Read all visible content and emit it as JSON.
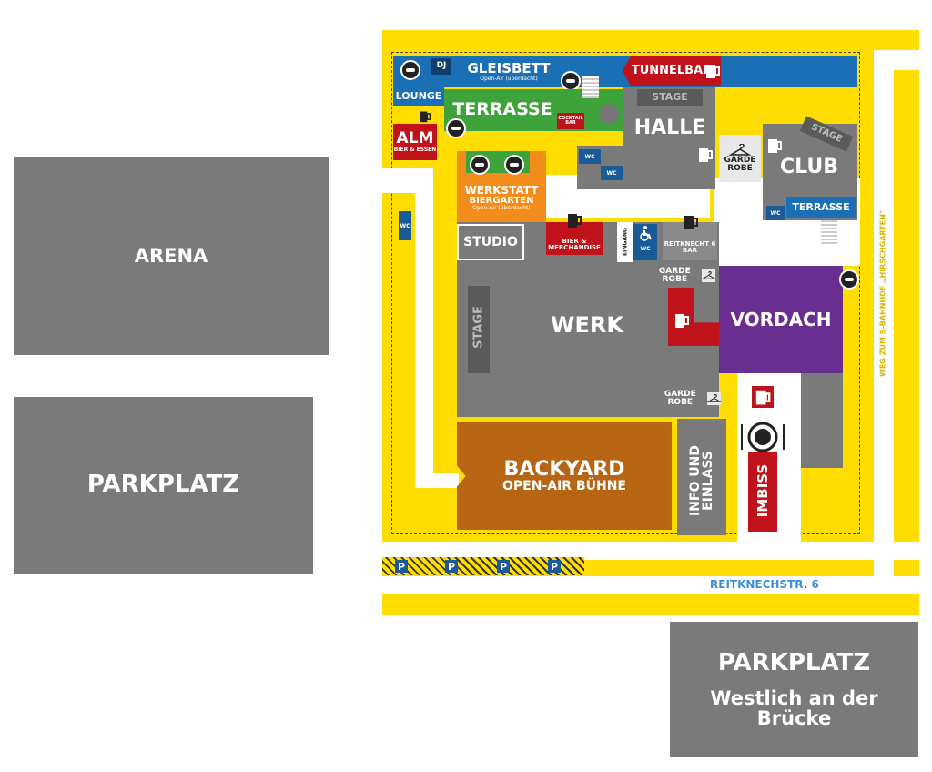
{
  "outside": {
    "arena": "ARENA",
    "parkplatz_west": "PARKPLATZ",
    "parkplatz_south_title": "PARKPLATZ",
    "parkplatz_south_sub1": "Westlich an der",
    "parkplatz_south_sub2": "Brücke",
    "street": "REITKNECHSTR. 6",
    "path_label": "WEG ZUM S-BAHNHOF „HIRSCHGARTEN\""
  },
  "venues": {
    "gleisbett": "GLEISBETT",
    "gleisbett_sub": "Open-Air (überdacht)",
    "dj": "DJ",
    "lounge": "LOUNGE",
    "terrasse_top": "TERRASSE",
    "cocktail_bar": "COCKTAIL BAR",
    "alm": "ALM",
    "alm_sub": "BIER & ESSEN",
    "tunnelbar": "TUNNELBAR",
    "halle_stage": "STAGE",
    "halle": "HALLE",
    "club": "CLUB",
    "club_stage": "STAGE",
    "club_terrasse": "TERRASSE",
    "garderobe_club": "GARDE ROBE",
    "werkstatt": "WERKSTATT",
    "werkstatt_sub": "BIERGARTEN",
    "werkstatt_sub2": "Open-Air (überdacht)",
    "studio": "STUDIO",
    "bier_merch": "BIER & MERCHANDISE",
    "eingang": "EINGANG",
    "reitknecht": "REITKNECHT 6 BAR",
    "garderobe_werk": "GARDE ROBE",
    "werk": "WERK",
    "werk_stage": "STAGE",
    "vordach": "VORDACH",
    "garderobe_bottom": "GARDE ROBE",
    "backyard": "BACKYARD",
    "backyard_sub": "OPEN-AIR BÜHNE",
    "info": "INFO UND EINLASS",
    "imbiss": "IMBISS",
    "wc": "WC",
    "parking": "P"
  },
  "colors": {
    "yellow": "#ffdd00",
    "gray": "#7a7a7a",
    "blue": "#1a6fb5",
    "green": "#3ea33a",
    "red": "#c0121b",
    "orange": "#f28c1a",
    "purple": "#6a2d90",
    "brown": "#b86513"
  }
}
